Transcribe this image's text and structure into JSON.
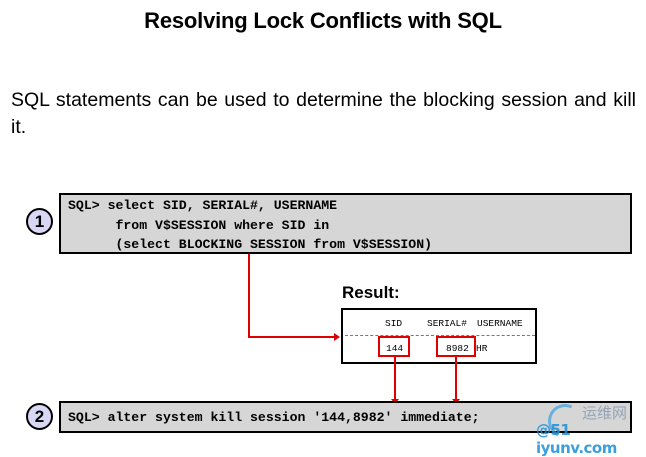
{
  "slide": {
    "title": "Resolving Lock Conflicts with SQL",
    "intro": "SQL statements can be used to determine the blocking session and kill it."
  },
  "steps": [
    {
      "number": "1",
      "lines": [
        "SQL> select SID, SERIAL#, USERNAME",
        "      from V$SESSION where SID in",
        "      (select BLOCKING SESSION from V$SESSION)"
      ]
    },
    {
      "number": "2",
      "lines": [
        "SQL> alter system kill session '144,8982' immediate;"
      ]
    }
  ],
  "result": {
    "label": "Result:",
    "columns": [
      "SID",
      "SERIAL#",
      "USERNAME"
    ],
    "row": {
      "sid": "144",
      "serial": "8982",
      "username": "HR"
    }
  },
  "colors": {
    "highlight": "#e00000",
    "code_bg": "#d6d6d6",
    "step_circle": "#d8d8f4"
  },
  "watermark": {
    "cn_text": "运维网",
    "site_text": "@51 iyunv.com"
  }
}
